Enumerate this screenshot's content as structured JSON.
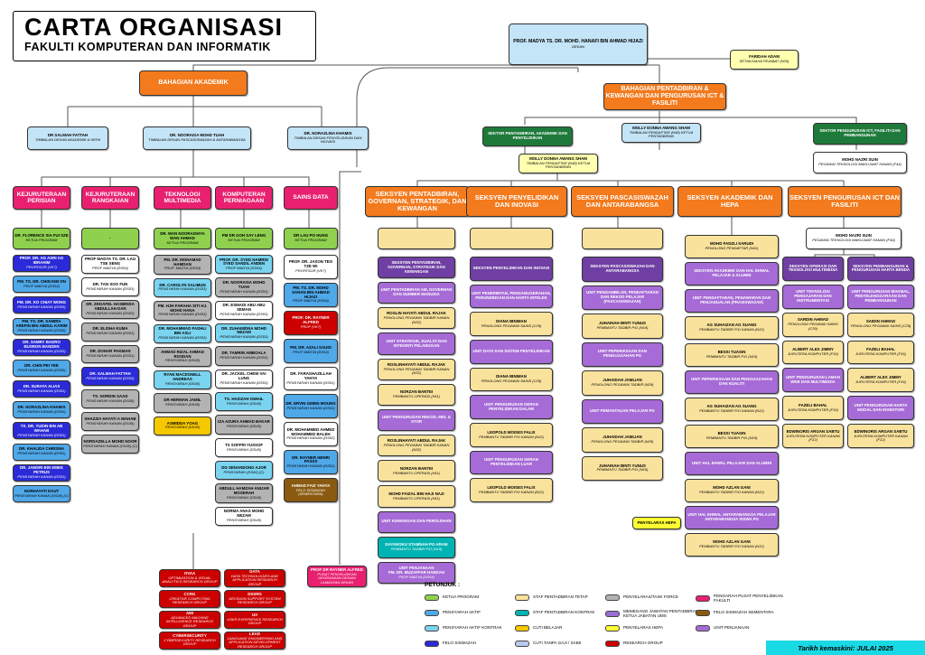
{
  "title": {
    "main": "CARTA ORGANISASI",
    "sub": "FAKULTI KOMPUTERAN DAN INFORMATIK"
  },
  "colors": {
    "ketua_program": "#8fd14f",
    "pensyarah_aktif": "#4fa8e8",
    "pensyarah_kontrak": "#7ad4f0",
    "felo": "#2a2ad8",
    "staf_tetap": "#f9e29c",
    "staf_kontrak": "#00b3b3",
    "cuti_belajar": "#f6c800",
    "cuti_tanpa_gaji": "#b7c9f0",
    "penyelaras": "#b3b3b3",
    "memegang_jawatan": "#9b6ed6",
    "penyelaras_hepa": "#ffff33",
    "research": "#cc0000",
    "pengarah": "#e8206f",
    "felo_sementara": "#8a5a10",
    "unit": "#a66bd6",
    "sec_orange": "#f37a1d",
    "dark_green": "#1e7a3a",
    "light_green": "#e6f4b4",
    "light_blue": "#c4e4f7"
  },
  "dean": {
    "name": "PROF. MADYA TS. DR. MOHD. HANAFI BIN AHMAD HIJAZI",
    "role": "DEKAN"
  },
  "pa": {
    "name": "FARIDAH ADAM",
    "role": "SETIAUSAHA PEJABAT (N29)"
  },
  "bah_akademik": "BAHAGIAN AKADEMIK",
  "bah_pentadbiran": "BAHAGIAN PENTADBIRAN & KEWANGAN DAN PENGURUSAN ICT & FASILITI",
  "deputies": [
    {
      "name": "DR SALMAH FATTAH",
      "role": "TIMBALAN DEKAN AKADEMIK & HEPA"
    },
    {
      "name": "DR. NOORAISA MOHD TUAH",
      "role": "TIMBALAN DEKAN PASCASISWAZAH & ANTARABANGSA"
    },
    {
      "name": "DR. NORAZLINA KHAMIS",
      "role": "TIMBALAN DEKAN PENYELIDIKAN DAN INOVASI"
    }
  ],
  "sektor_pentadbiran": "SEKTOR PENTADBIRAN, AKADEMIK DAN PENYELIDIKAN",
  "sektor_ict": "SEKTOR PENGURUSAN ICT, FASILITI DAN PEMBANGUNAN",
  "molly1": {
    "name": "MOLLY DONNA AWANG SHAM",
    "role": "TIMBALAN PENDAFTAR (N48) KETUA PENTADBIRAN"
  },
  "molly2": {
    "name": "MOLLY DONNA AWANG SHAM",
    "role": "TIMBALAN PENDAFTAR (N48) KETUA PENTADBIRAN"
  },
  "nazri_top": {
    "name": "MOHD NAZRI SUIN",
    "role": "PEGAWAI TEKNOLOGI MAKLUMAT KANAN (F44)"
  },
  "programs": [
    {
      "name": "KEJURUTERAAN PERISIAN",
      "head": "DR. FLORENCE SIA FUI SZE",
      "hrole": "KETUA PROGRAM",
      "items": [
        [
          "PROF. DR. AG ASRI AG IBRAHIM",
          "PROFESOR (VK7)"
        ],
        [
          "PM. TS. DR. CHIN KIM ON",
          "PROF MADYA (DS54)"
        ],
        [
          "PM. DR. KO CHIAT WONG",
          "PENSYARAH KANAN (DS53)"
        ],
        [
          "PM. TS. DR. SAMIRA AREFIN BIN ABDUL KARIM",
          "PENSYARAH KANAN (DS53)"
        ],
        [
          "DR. SAMRY BADRO BUSRON BANDEN",
          "PENSYARAH KANAN (DS53)"
        ],
        [
          "DR. CHIN PEI YEE",
          "PENSYARAH KANAN (DS53)"
        ],
        [
          "DR. SURAYA ALIAS",
          "PENSYARAH KANAN (DS51)"
        ],
        [
          "DR. NORAZLINA KHAMIS",
          "PENSYARAH KANAN (DS53)"
        ],
        [
          "TS. DR. YUDIN BIN AB WAHAB",
          "PENSYARAH KANAN (DS51)"
        ],
        [
          "DR. KHALIDA CHRISMA",
          "PENSYARAH KANAN (DS51)"
        ],
        [
          "DR. JAMSRI BIN EMEK PETRUS",
          "PENSYARAH KANAN (DS51)"
        ],
        [
          "NORHAYATI DAUT",
          "PENSYARAH KANAN (DS45) (C)"
        ]
      ]
    },
    {
      "name": "KEJURUTERAAN RANGKAIAN",
      "head": "-",
      "hrole": "",
      "items": [
        [
          "PROF MADYA TS. DR. LAU TSE SENG",
          "PROF MADYA (DS54)"
        ],
        [
          "DR. TAN SOO FUN",
          "PENSYARAH KANAN (DS53)"
        ],
        [
          "DR. ZHOAFEL HASBINSA ABDULLAH DAN",
          "PENSYARAH KANAN (DS53)"
        ],
        [
          "DR. ELISHA KUMA",
          "PENSYARAH KANAN (DS51)"
        ],
        [
          "DR. DONAR PAKMAN",
          "PENSYARAH KANAN (DS51)"
        ],
        [
          "DR. SALMAH FATTAH",
          "PENSYARAH KANAN (DS53)"
        ],
        [
          "TS. NORDIN SAAD",
          "PENSYARAH KANAN (DS45)"
        ],
        [
          "SHAZZIA HAYATI A WAHAB",
          "PENSYARAH KANAN (DS45)"
        ],
        [
          "NORDAZELLA MOHD NOOR",
          "PENSYARAH KANAN (DS45) (C)"
        ]
      ]
    },
    {
      "name": "TEKNOLOGI MULTIMEDIA",
      "head": "DR. WAN NOORAISHYA WAN AHMAD",
      "hrole": "KETUA PROGRAM",
      "items": [
        [
          "PM. DR. MOHAMAD HAMDAN",
          "PROF. MADYA (DS54)"
        ],
        [
          "DR. CAROLYN SALIMUN",
          "PENSYARAH KANAN (DS53)"
        ],
        [
          "PM. HJH FARAHA SITI HJ. MOHD HANA",
          "PENSYARAH KANAN (DS53)"
        ],
        [
          "DR. MOHAMMAD FADHLI BIN ASLI",
          "PENSYARAH KANAN (DS53)"
        ],
        [
          "AHMAD RIZAL AHMAD ROSDAN",
          "PENSYARAH (DS45)"
        ],
        [
          "RYAN MACDONELL ANDREAS",
          "PENSYARAH (DS45)"
        ],
        [
          "DR HERMAN JAMIL",
          "PENSYARAH (DS45)"
        ],
        [
          "ASMIDDA YOAG",
          "PENSYARAH (DS45)"
        ]
      ]
    },
    {
      "name": "KOMPUTERAN PERNIAGAAN",
      "head": "PM DR GOH SAY LENG",
      "hrole": "KETUA PROGRAM",
      "items": [
        [
          "PROF. DR. SYED HAMRIN SYED SANDIL ANDEN",
          "PROF MADYA (DS54)"
        ],
        [
          "DR. NOORAISA MOHD TUAH",
          "PENSYARAH KANAN (DS53)"
        ],
        [
          "DR. ESMADI ABU ABU SEMAN",
          "PENSYARAH KANAN (DS53)"
        ],
        [
          "DR. ZUHAIMDNA MOHD NEZAM",
          "PENSYARAH KANAN (DS53)"
        ],
        [
          "DR. TAMRIN AMBOALA",
          "PENSYARAH KANAN (DS53)"
        ],
        [
          "DR. JACKEL CHEW VAI LUNG",
          "PENSYARAH KANAN (DS53)"
        ],
        [
          "TS. HAZIZAH ISMAIL",
          "PENSYARAH (DS45)"
        ],
        [
          "IZA AZURA AHMAD BAKAR",
          "PENSYARAH (DS45)"
        ],
        [
          "TS SOFFRI YUSSOF",
          "PENSYARAH (DS45)"
        ],
        [
          "DG SENANDONG AJOR",
          "PENSYARAH (DS45) (C)"
        ],
        [
          "ABDULL HAMZAH ANIJAR MOSERAH",
          "PENSYARAH (DS45)"
        ],
        [
          "NORMA ANAS MOHD NEZAM",
          "PENSYARAH (DS45)"
        ]
      ]
    },
    {
      "name": "SAINS DATA",
      "head": "DR LAU PO HUNG",
      "hrole": "KETUA PROGRAM",
      "items": [
        [
          "PROF. DR. JASON TEO TZE WI",
          "PROFESOR (VK7)"
        ],
        [
          "PM. TS. DR. MOHD SANAN BIN AHMAD HIJAZI",
          "PROF MADYA (DS54)"
        ],
        [
          "PROF. DR. RAYNER ALFRED",
          "PROF (VK7)"
        ],
        [
          "PM. DR. AZALI SAUDI",
          "PROF MADYA (DS54)"
        ],
        [
          "DR. FARASHAZILLAH YAHYA",
          "PENSYARAH KANAN (DS51)"
        ],
        [
          "DR. ERVIN GEBIN MOUNG",
          "PENSYARAH KANAN (DS51)"
        ],
        [
          "DR. MOHAMMED AHMED MOHAMMED BALEH",
          "PENSYARAH KANAN (DS52)"
        ],
        [
          "DR. RAYNER HENRI PASSS",
          "PENSYARAH KANAN (DS51)"
        ],
        [
          "AHMAD FAIZ YAHYA",
          "FELO SISWAZAH (SEMENTARA)"
        ]
      ]
    }
  ],
  "research": [
    [
      "OVAA",
      "OPTIMIZATION & VISUAL ANALYTICS RESEARCH GROUP"
    ],
    [
      "DATA",
      "DATA TECHNOLOGIES AND APPLICATION RESEARCH GROUP"
    ],
    [
      "CCRG",
      "CREATIVE COMPUTING RESEARCH GROUP"
    ],
    [
      "DSSRG",
      "DECISION SUPPORT SYSTEM RESEARCH GROUP"
    ],
    [
      "AMI",
      "ADVANCED MACHINE INTELLIGENCE RESEARCH GROUP"
    ],
    [
      "UX",
      "USER EXPERIENCE RESEARCH GROUP"
    ],
    [
      "CYBERSECURITY",
      "CYBERSECURITY RESEARCH GROUP"
    ],
    [
      "LEAD",
      "LANGUAGE ENGINEERING AND APPLICATION DEVELOPMENT RESEARCH GROUP"
    ]
  ],
  "rayner_box": {
    "name": "PROF DR RAYNER ALFRED",
    "role": "PUSAT PENYELIDIKAN GEORGAKAN DESAIN LAMANTAN DEKAN"
  },
  "sections": [
    "SEKSYEN PENTADBIRAN, GOVERNAN, STRATEGIK, DAN KEWANGAN",
    "SEKSYEN PENYELIDIKAN DAN INOVASI",
    "SEKSYEN PASCASISWAZAH DAN ANTARABANGSA",
    "SEKSYEN AKADEMIK DAN HEPA",
    "SEKSYEN PENGURUSAN ICT DAN FASILITI"
  ],
  "col1": [
    {
      "t": "u",
      "n": "SEKSYEN PENTADBIRAN, GOVERNAN, STRATEGIK DAN KEWANGAN"
    },
    {
      "t": "u",
      "n": "UNIT PENTADBIRAN AM, GOVERNAN DAN SUMBER MANUSIA"
    },
    {
      "t": "s",
      "n": "ROSLIN HAYATI ABDUL RAJAK",
      "r": "PENOLONG PEGAWAI TADBIR KANAN (N32)"
    },
    {
      "t": "u",
      "n": "UNIT STRATEGIK, KUALITI DAN INTEGRITI PELANGGAN"
    },
    {
      "t": "s",
      "n": "ROSLINHAYATI ABDUL RAJAK",
      "r": "PENOLONG PEGAWAI TADBIR KANAN (N32)"
    },
    {
      "t": "s",
      "n": "NORZAN BANTEI",
      "r": "PEMBANTU OPERASI (N11)"
    },
    {
      "t": "u",
      "n": "UNIT PENGURUSAN REKOD, MEL & STOR"
    },
    {
      "t": "s",
      "n": "ROSLINHAYATI ABDUL RAJAK",
      "r": "PENOLONG PEGAWAI TADBIR KANAN (N32)"
    },
    {
      "t": "s",
      "n": "NORZAN BANTEI",
      "r": "PEMBANTU OPERASI (N11)"
    },
    {
      "t": "s",
      "n": "MOHD FAIZAL BIN HAJI NAJI",
      "r": "PEMBANTU OPERASI (N11)"
    },
    {
      "t": "u",
      "n": "UNIT KEWANGAN DAN PEROLEHAN"
    },
    {
      "t": "c",
      "n": "DAYANGKU STAMNAH PG ARAM",
      "r": "PEMBANTU TADBIR P/O (N19)"
    },
    {
      "t": "u",
      "n": "UNIT PENJANAAN",
      "r2": "PM. DR. MUZAFFAR HAMZAH",
      "r": "PROF MADYA (DS54)"
    }
  ],
  "col2": [
    {
      "t": "u",
      "n": "SEKSYEN PENYELIDIKAN DAN INOVASI"
    },
    {
      "t": "u",
      "n": "UNIT PENERBITAN, PENGANUGERAHAN, PERUNDINGAN DAN HARTA INTELEK"
    },
    {
      "t": "s",
      "n": "DIANA IBNIMAN",
      "r": "PENOLONG PEGAWAI SAINS (C29)"
    },
    {
      "t": "u",
      "n": "UNIT DATA DAN SISTEM PENYELIDIKAN"
    },
    {
      "t": "s",
      "n": "DIANA IBNIMAN",
      "r": "PENOLONG PEGAWAI SAINS (C29)"
    },
    {
      "t": "u",
      "n": "UNIT PENGURUSAN GERAN PENYELIDIKAN DALAM"
    },
    {
      "t": "s",
      "n": "LEOPOLD MOISES FALIX",
      "r": "PEMBANTU TADBIR P/O KANAN (N22)"
    },
    {
      "t": "u",
      "n": "UNIT PENGURUSAN GERAN PENYELIDIKAN LUAR"
    },
    {
      "t": "s",
      "n": "LEOPOLD MOISES FALIX",
      "r": "PEMBANTU TADBIR P/O KANAN (N22)"
    }
  ],
  "col3": [
    {
      "t": "u",
      "n": "SEKSYEN PASCASISWAZAH DAN ANTARABANGSA"
    },
    {
      "t": "u",
      "n": "UNIT PENGAMBILAN, PENDAFTARAN DAN REKOD PELAJAR (PASCASISWAZAH)"
    },
    {
      "t": "s",
      "n": "JUHAINAH BINTI YUNUS",
      "r": "PEMBANTU TADBIR P/O (N19)"
    },
    {
      "t": "u",
      "n": "UNIT PEPERIKSAAN DAN PENGIJAZAHAN PG"
    },
    {
      "t": "s",
      "n": "JUHAIDAH JAMLIAN",
      "r": "PENOLONG PEGAWAI TADBIR (N29)"
    },
    {
      "t": "u",
      "n": "UNIT PEMANTAUAN PELAJAR PG"
    },
    {
      "t": "s",
      "n": "JUHAIDAH JAMLIAN",
      "r": "PENOLONG PEGAWAI TADBIR (N29)"
    },
    {
      "t": "s",
      "n": "JUHAINAH BINTI YUNUS",
      "r": "PEMBANTU TADBIR P/O (N19)"
    }
  ],
  "col4": [
    {
      "t": "s",
      "n": "MOHD FADZLI SARUDI",
      "r": "PENOLONG PENDAFTAR (N41)"
    },
    {
      "t": "u",
      "n": "SEKSYEN AKADEMIK DAN HAL EHWAL PELAJAR & ALUMNI"
    },
    {
      "t": "u",
      "n": "UNIT PENDAFTARAN, PENAWARAN DAN PENJADUALAN (PRASISWAZAH)"
    },
    {
      "t": "s",
      "n": "AG SUHAIZAN AG SUANG",
      "r": "PEMBANTU TADBIR P/O KANAN (N22)"
    },
    {
      "t": "s",
      "n": "BESSI TUASIN",
      "r": "PEMBANTU TADBIR P/O (N19)"
    },
    {
      "t": "u",
      "n": "UNIT PEPERIKSAAN DAN PENGIJAZAHAN DAN KUALITI"
    },
    {
      "t": "s",
      "n": "AG SUHAIZAN AG SUANG",
      "r": "PEMBANTU TADBIR P/O KANAN (N22)"
    },
    {
      "t": "s",
      "n": "BESSI TUASIN",
      "r": "PEMBANTU TADBIR P/O (N19)"
    },
    {
      "t": "u",
      "n": "UNIT HAL EHWAL PELAJAR DAN ALUMNI"
    },
    {
      "t": "s",
      "n": "MOHD AZLAN GANI",
      "r": "PEMBANTU TADBIR P/O KANAN (N22)"
    },
    {
      "t": "u",
      "n": "UNIT HAL EHWAL ANTARABANGSA PELAJAR ANTARABANGSA SISWA PG"
    },
    {
      "t": "s",
      "n": "MOHD AZLAN GANI",
      "r": "PEMBANTU TADBIR P/O KANAN (N22)"
    }
  ],
  "penyelaras_hepa": "PENYELARAS HEPA",
  "ict_head": {
    "name": "MOHD NAZRI SUIN",
    "role": "PEGAWAI TEKNOLOGI MAKLUMAT KANAN (F44)"
  },
  "ict_a": [
    {
      "t": "u",
      "n": "SEKSYEN OPERASI DAN TEKNOLOGI MULTIMEDIA"
    },
    {
      "t": "u",
      "n": "UNIT TEKNOLOGI PENGAJARAN DAN INSTRUMENTASI"
    },
    {
      "t": "s",
      "n": "SARDIN AHMAD",
      "r": "PENOLONG PEGAWAI SAINS (C29)"
    },
    {
      "t": "s",
      "n": "ALBERT ALEX JIMMY",
      "r": "JURUTERA KOMPUTER (F19)"
    },
    {
      "t": "u",
      "n": "UNIT PENGURUSAN LAMAN WEB DAN MULTIMEDIA"
    },
    {
      "t": "s",
      "n": "FAZELI BAHAL",
      "r": "JURUTERA KOMPUTER (F19)"
    },
    {
      "t": "s",
      "n": "EDWINORIS ARGAN SABTU",
      "r": "JURUTERA KOMPUTER KANAN (F22)"
    }
  ],
  "ict_b": [
    {
      "t": "u",
      "n": "SEKSYEN PEMBANGUNAN & PENGURUSAN HARTA BENDA"
    },
    {
      "t": "u",
      "n": "UNIT PENGURUSAN MAKMAL, PENYELENGGARAAN DAN PEMBANGUNAN"
    },
    {
      "t": "s",
      "n": "SAIDIN AHMAD",
      "r": "PENOLONG PEGAWAI SAINS (C29)"
    },
    {
      "t": "s",
      "n": "FAZELI BAHAL",
      "r": "JURUTERA KOMPUTER (F19)"
    },
    {
      "t": "s",
      "n": "ALBERT ALEX JIMMY",
      "r": "JURUTERA KOMPUTER (F19)"
    },
    {
      "t": "u",
      "n": "UNIT PENGURUSAN HARTA MODAL DAN INVENTORI"
    },
    {
      "t": "s",
      "n": "EDWINORIS ARGAN SABTU",
      "r": "JURUTERA KOMPUTER KANAN (F22)"
    }
  ],
  "legend": {
    "title": "PETUNJUK :",
    "items": [
      [
        "ketua_program",
        "KETUA PROGRAM"
      ],
      [
        "pensyarah_aktif",
        "PENSYARAH AKTIF"
      ],
      [
        "pensyarah_kontrak",
        "PENSYARAH AKTIF KONTRAK"
      ],
      [
        "felo",
        "FELO SISWAZAH"
      ],
      [
        "staf_tetap",
        "STAF PENTADBIRAN TETAP"
      ],
      [
        "staf_kontrak",
        "STAF PENTADBIRAN KONTRAK"
      ],
      [
        "cuti_belajar",
        "CUTI BELAJAR"
      ],
      [
        "cuti_tanpa_gaji",
        "CUTI TANPA GAJI / SABII"
      ],
      [
        "penyelaras",
        "PENYELARAS/TASK FORCE"
      ],
      [
        "memegang_jawatan",
        "MEMEGANG JAWATAN PENTADBIRAN/ KETUA JABATAN UMS"
      ],
      [
        "penyelaras_hepa",
        "PENYELARAS HEPA"
      ],
      [
        "research",
        "RESEARCH GROUP"
      ],
      [
        "pengarah",
        "PENGARAH PUSAT PENYELIDIKAN FAKULTI"
      ],
      [
        "felo_sementara",
        "FELO SISWAZAH SEMENTARA"
      ],
      [
        "unit",
        "UNIT PENJANAAN"
      ]
    ]
  },
  "updated": "Tarikh kemaskini: JULAI 2025"
}
